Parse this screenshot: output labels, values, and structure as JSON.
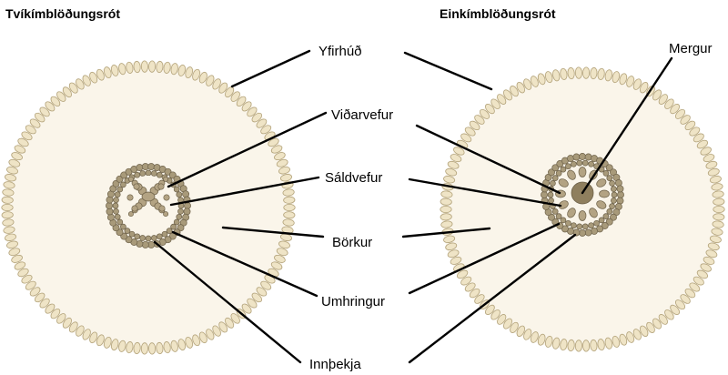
{
  "titles": {
    "dicot": "Tvíkímblöðungsrót",
    "monocot": "Einkímblöðungsrót"
  },
  "labels": {
    "epidermis": "Yfirhúð",
    "xylem": "Viðarvefur",
    "phloem": "Sáldvefur",
    "cortex": "Börkur",
    "pericycle": "Umhringur",
    "endodermis": "Innþekja",
    "pith": "Mergur"
  },
  "colors": {
    "cortex_fill": "#faf5ea",
    "epidermis_cell": "#efe4c6",
    "epidermis_stroke": "#b4a47c",
    "stele_ring_cell": "#a89a7a",
    "stele_ring_stroke": "#6c6048",
    "vascular_fill": "#b3a383",
    "vascular_stroke": "#6c6048",
    "pith_fill": "#8f7f5e"
  }
}
